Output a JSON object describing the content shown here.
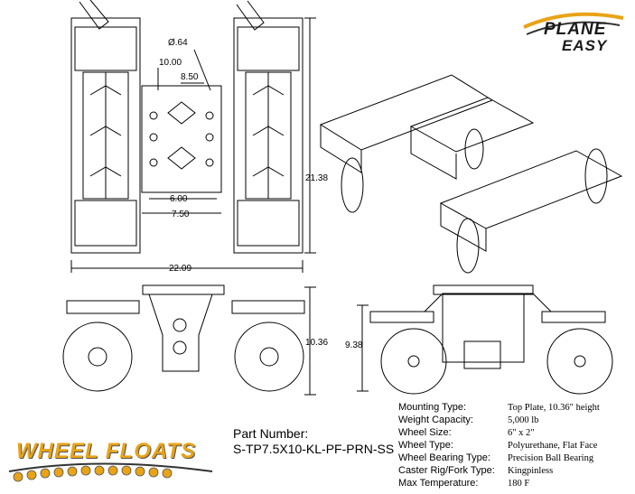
{
  "dimensions": {
    "hole_dia": "Ø.64",
    "dim_10_00": "10.00",
    "dim_8_50": "8.50",
    "dim_6_00": "6.00",
    "dim_7_50": "7.50",
    "dim_22_09": "22.09",
    "dim_21_38": "21.38",
    "dim_10_36": "10.36",
    "dim_9_38": "9.38"
  },
  "part": {
    "label": "Part Number:",
    "number": "S-TP7.5X10-KL-PF-PRN-SS"
  },
  "specs": [
    {
      "label": "Mounting Type:",
      "value": "Top Plate, 10.36\" height"
    },
    {
      "label": "Weight Capacity:",
      "value": "5,000 lb"
    },
    {
      "label": "Wheel Size:",
      "value": "6\" x 2\""
    },
    {
      "label": "Wheel Type:",
      "value": "Polyurethane, Flat Face"
    },
    {
      "label": "Wheel Bearing Type:",
      "value": "Precision Ball Bearing"
    },
    {
      "label": "Caster Rig/Fork Type:",
      "value": "Kingpinless"
    },
    {
      "label": "Max Temperature:",
      "value": "180 F"
    }
  ],
  "brands": {
    "top_line1": "PLANE",
    "top_line2": "EASY",
    "bottom": "WHEEL FLOATS"
  },
  "colors": {
    "line": "#000000",
    "accent_orange": "#e8a317",
    "logo_dark": "#1a1a1a"
  }
}
